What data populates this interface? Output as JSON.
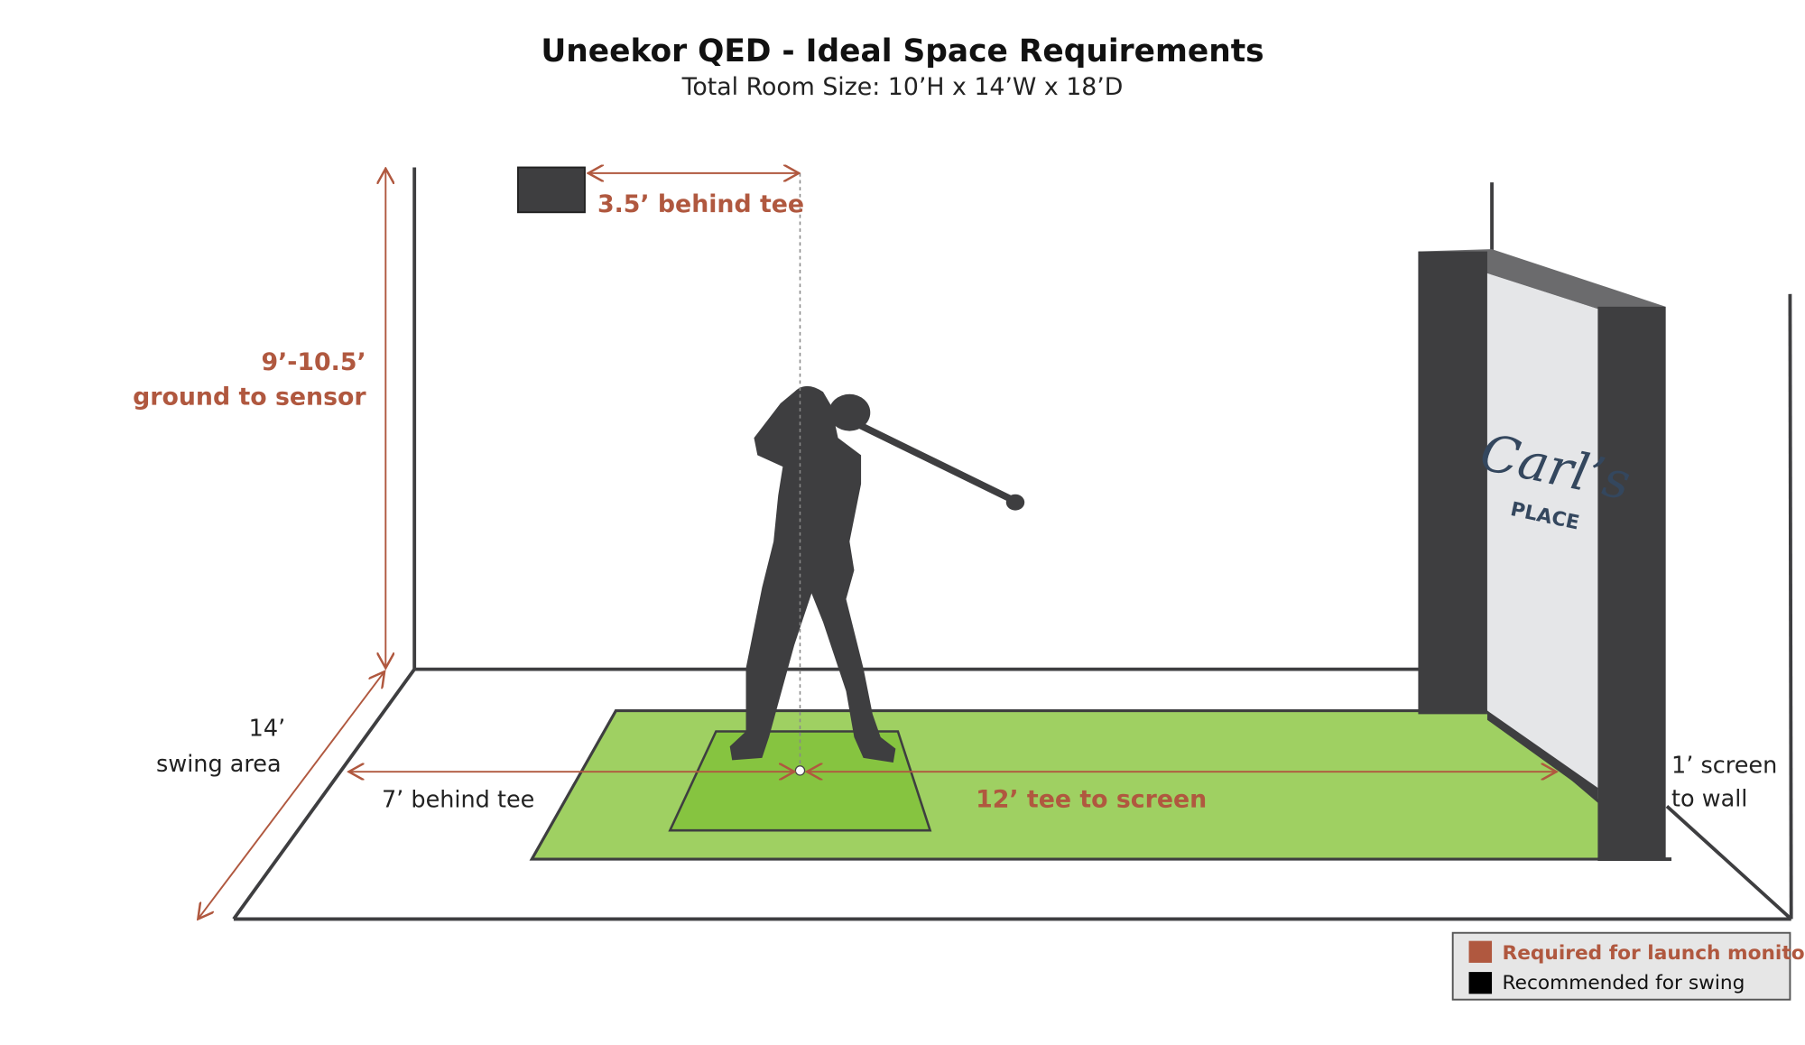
{
  "header": {
    "title": "Uneekor QED - Ideal Space Requirements",
    "subtitle": "Total Room Size: 10’H x 14’W x 18’D"
  },
  "annotations": {
    "sensor_offset": "3.5’ behind tee",
    "sensor_height_value": "9’-10.5’",
    "sensor_height_label": "ground to sensor",
    "swing_width_value": "14’",
    "swing_width_label": "swing area",
    "behind_tee": "7’ behind tee",
    "tee_to_screen": "12’ tee to screen",
    "screen_to_wall_1": "1’ screen",
    "screen_to_wall_2": "to wall"
  },
  "screen_logo": {
    "line1": "Carl’s",
    "line2": "PLACE"
  },
  "legend": {
    "items": [
      {
        "label": "Required for launch monitor",
        "color": "#b0583f"
      },
      {
        "label": "Recommended for swing",
        "color": "#000000"
      }
    ]
  },
  "colors": {
    "required": "#b0583f",
    "mat": "#9fd062",
    "hitting_mat": "#86c440",
    "dark": "#3e3e40",
    "screen": "#e5e6e8",
    "logo": "#34475e"
  }
}
